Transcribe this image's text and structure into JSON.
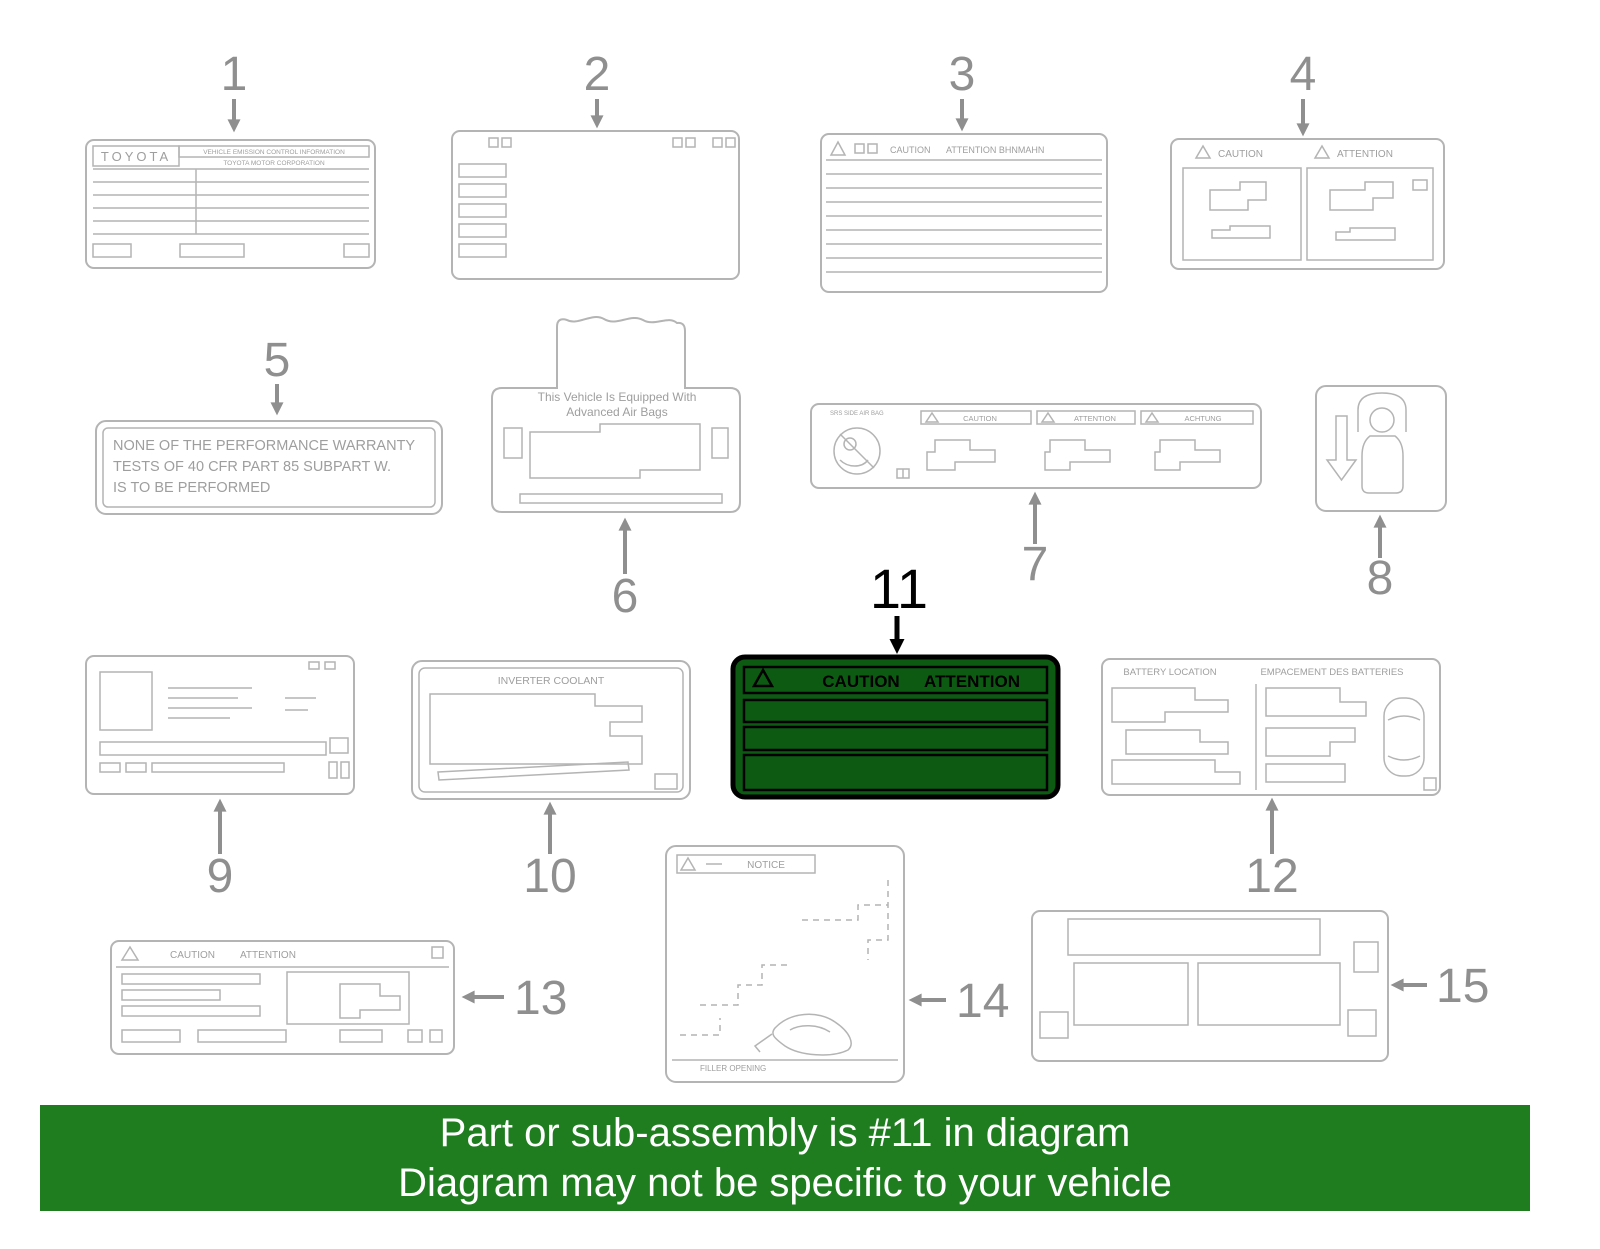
{
  "colors": {
    "line": "#b4b4b4",
    "callout": "#8f8f8f",
    "highlight_fill": "#0d5b13",
    "highlight_stroke": "#000000",
    "banner_bg": "#1f7d20",
    "banner_text": "#ffffff"
  },
  "callouts": {
    "c1": "1",
    "c2": "2",
    "c3": "3",
    "c4": "4",
    "c5": "5",
    "c6": "6",
    "c7": "7",
    "c8": "8",
    "c9": "9",
    "c10": "10",
    "c11": "11",
    "c12": "12",
    "c13": "13",
    "c14": "14",
    "c15": "15"
  },
  "labels": {
    "emission": {
      "brand": "TOYOTA",
      "title": "VEHICLE EMISSION CONTROL INFORMATION",
      "subtitle": "TOYOTA MOTOR CORPORATION"
    },
    "caution3": {
      "caution": "CAUTION",
      "attention": "ATTENTION BHNMAHN"
    },
    "caution4": {
      "caution": "CAUTION",
      "attention": "ATTENTION"
    },
    "warranty": {
      "line1": "NONE OF THE PERFORMANCE WARRANTY",
      "line2": "TESTS OF 40 CFR PART 85 SUBPART W.",
      "line3": "IS TO BE PERFORMED"
    },
    "airbag": {
      "line1": "This Vehicle Is Equipped With",
      "line2": "Advanced Air Bags"
    },
    "srs": {
      "title": "SRS SIDE AIR BAG",
      "caution": "CAUTION",
      "attention": "ATTENTION",
      "achtung": "ACHTUNG"
    },
    "inverter": {
      "title": "INVERTER COOLANT"
    },
    "highlight": {
      "caution": "CAUTION",
      "attention": "ATTENTION"
    },
    "battery": {
      "title1": "BATTERY LOCATION",
      "title2": "EMPACEMENT DES BATTERIES"
    },
    "caution13": {
      "caution": "CAUTION",
      "attention": "ATTENTION"
    },
    "notice": {
      "title": "NOTICE",
      "filler": "FILLER OPENING"
    }
  },
  "banner": {
    "line1": "Part or sub-assembly is #11 in diagram",
    "line2": "Diagram may not be specific to your vehicle"
  }
}
